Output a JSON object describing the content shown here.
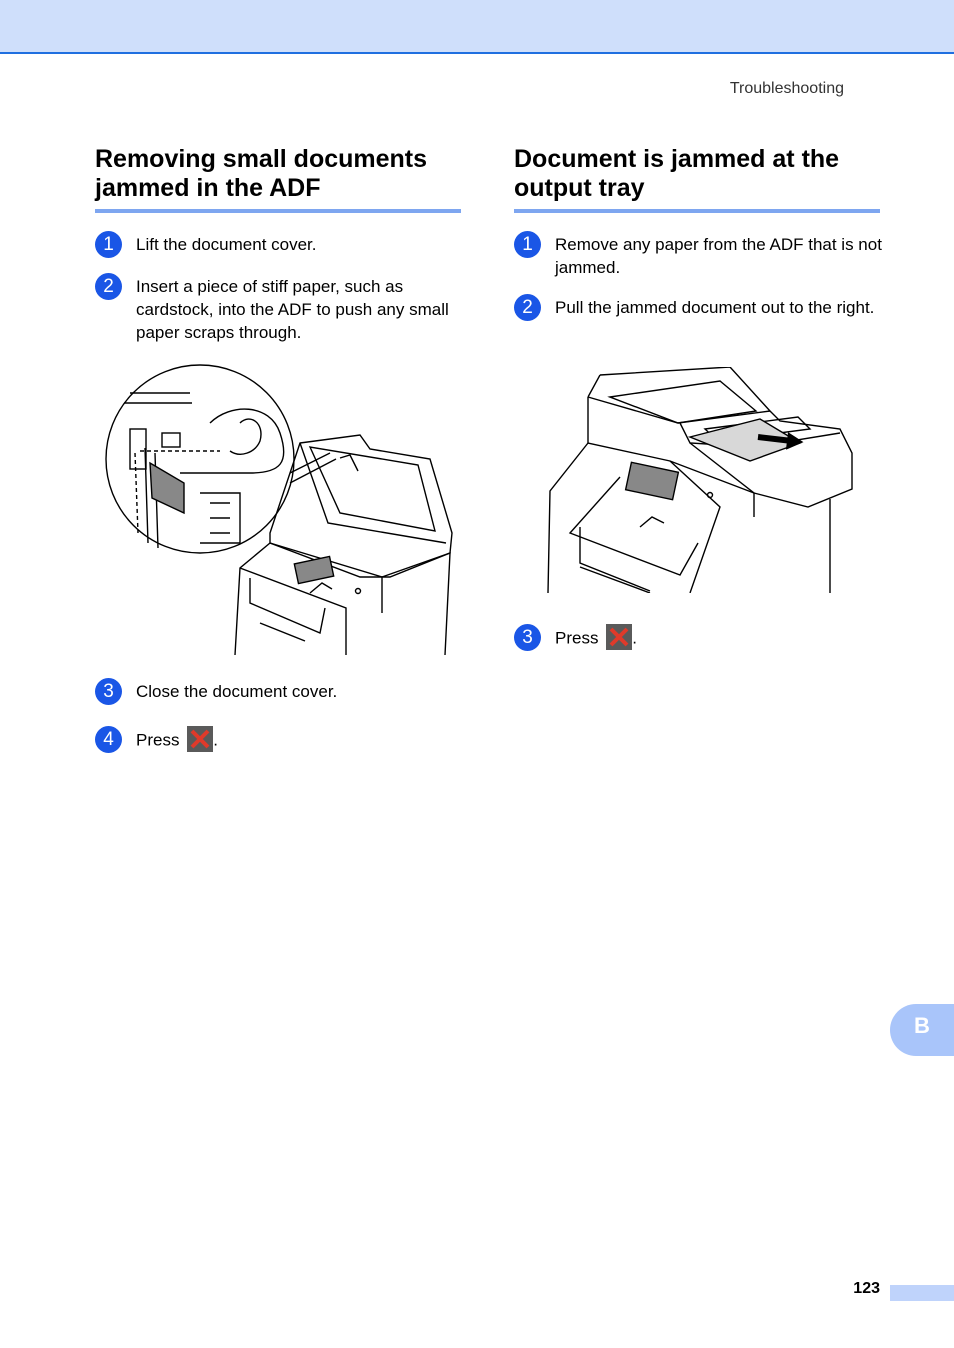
{
  "header": {
    "running_title": "Troubleshooting"
  },
  "left": {
    "title": "Removing small documents jammed in the ADF",
    "steps": [
      {
        "num": "1",
        "text": "Lift the document cover."
      },
      {
        "num": "2",
        "text": "Insert a piece of stiff paper, such as cardstock, into the ADF to push any small paper scraps through."
      },
      {
        "num": "3",
        "text": "Close the document cover."
      },
      {
        "num": "4",
        "text_before": "Press",
        "text_after": "."
      }
    ]
  },
  "right": {
    "title": "Document is jammed at the output tray",
    "steps": [
      {
        "num": "1",
        "text": "Remove any paper from the ADF that is not jammed."
      },
      {
        "num": "2",
        "text": "Pull the jammed document out to the right."
      },
      {
        "num": "3",
        "text_before": "Press",
        "text_after": "."
      }
    ]
  },
  "icons": {
    "cancel_icon": "x-cancel-icon",
    "cancel_colors": {
      "bg": "#5a5a5a",
      "x": "#e03a2a"
    }
  },
  "side_tab": {
    "label": "B"
  },
  "footer": {
    "page_number": "123"
  }
}
